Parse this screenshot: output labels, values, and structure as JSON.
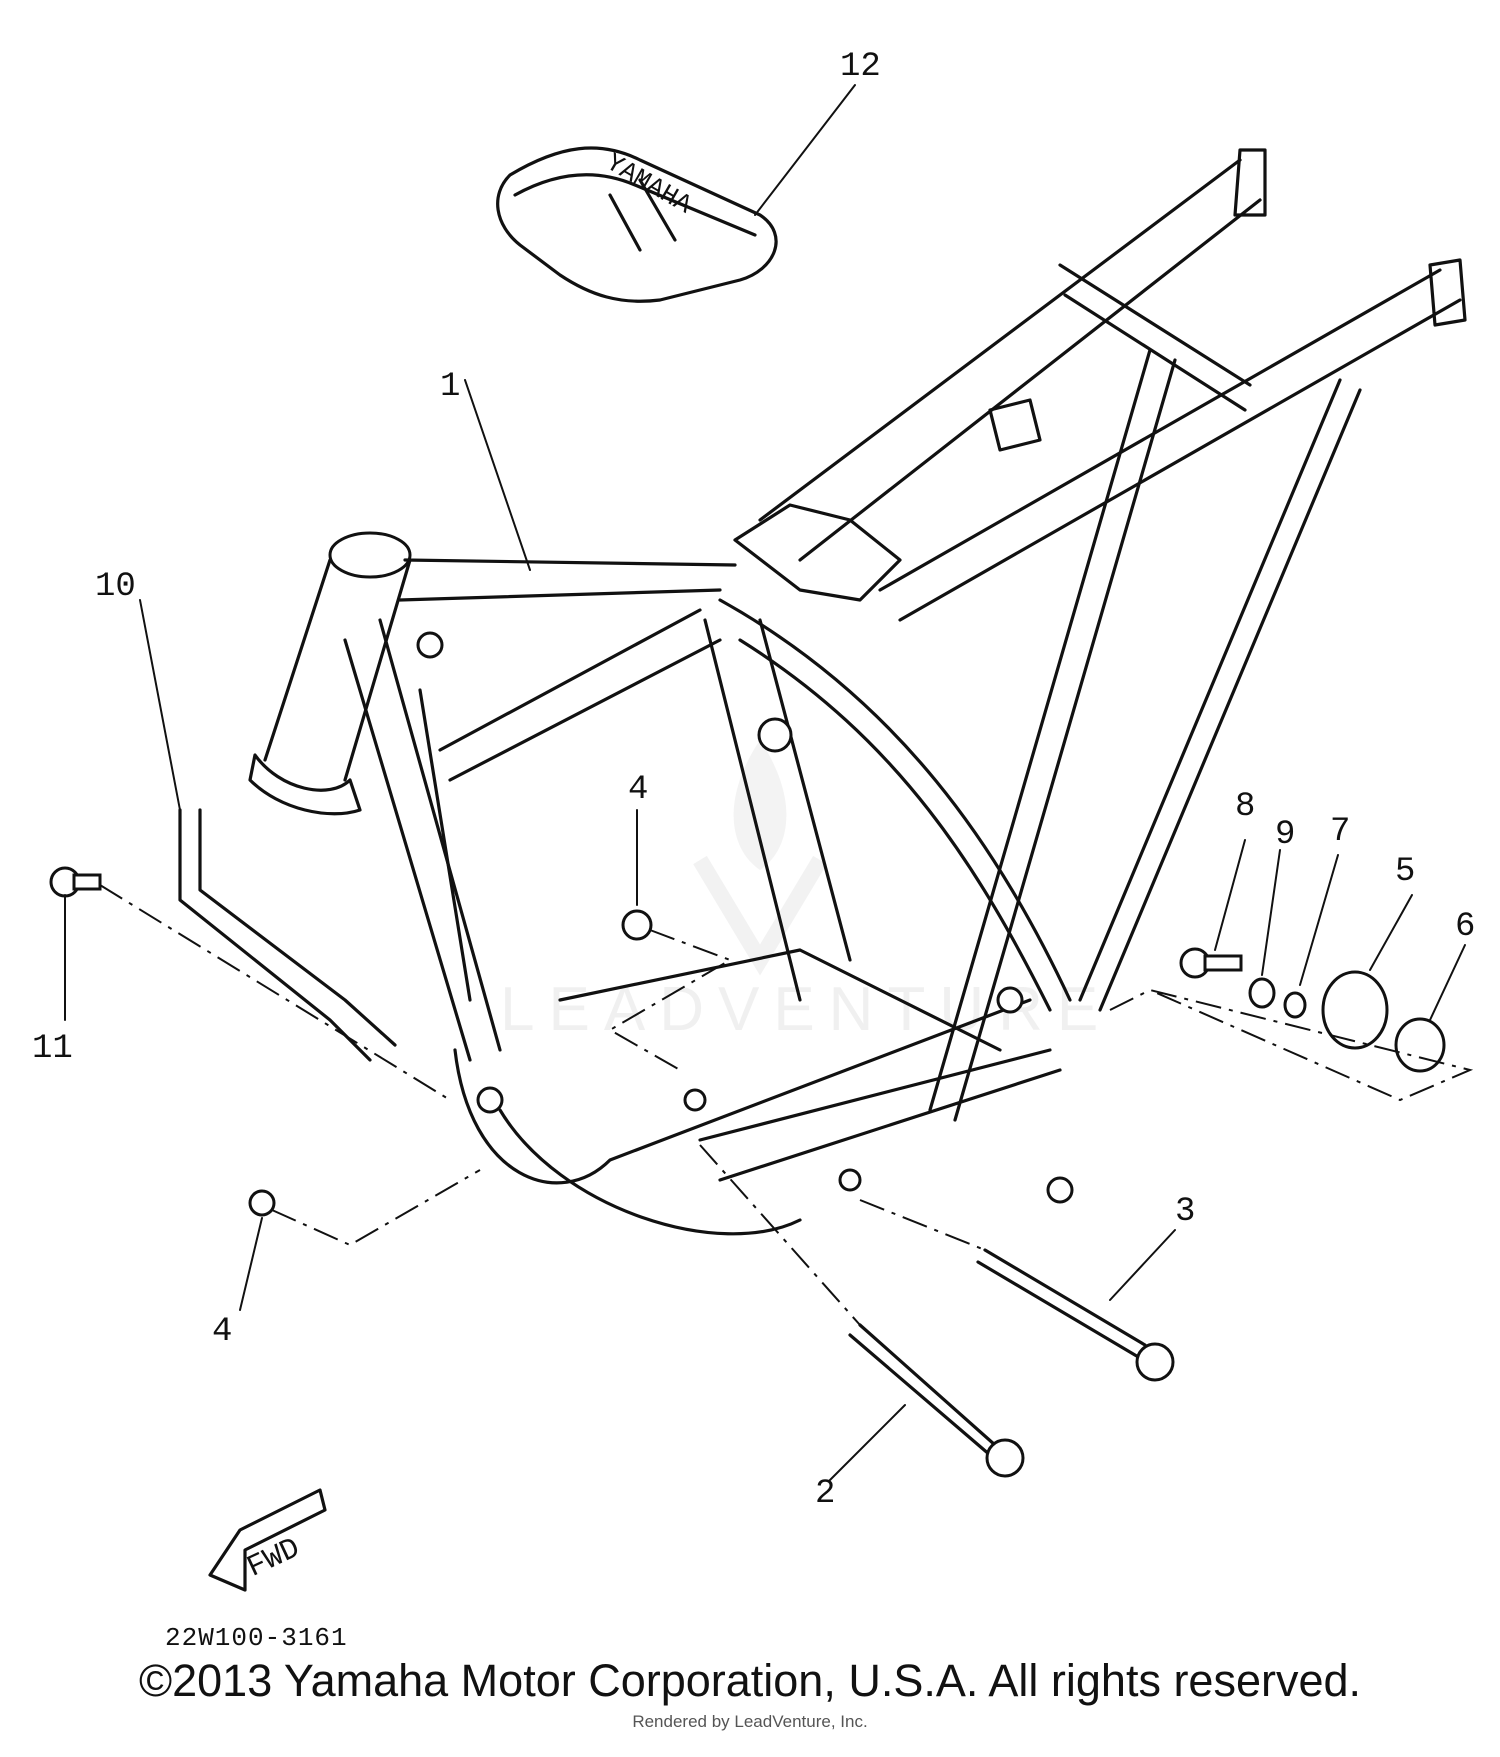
{
  "diagram": {
    "callouts": [
      "1",
      "2",
      "3",
      "4",
      "4",
      "5",
      "6",
      "7",
      "8",
      "9",
      "10",
      "11",
      "12"
    ],
    "tool_bag_text": "YAMAHA",
    "fwd_label": "FWD",
    "part_code": "22W100-3161",
    "watermark": "LEADVENTURE"
  },
  "footer": {
    "copyright": "©2013 Yamaha Motor Corporation, U.S.A. All rights reserved.",
    "rendered_by": "Rendered by LeadVenture, Inc."
  }
}
